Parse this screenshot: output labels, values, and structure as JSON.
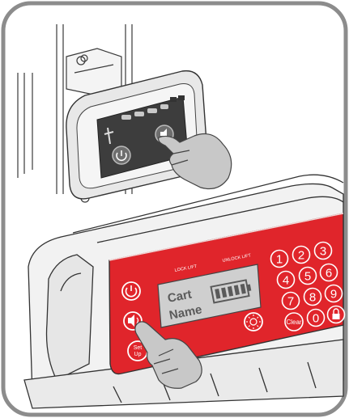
{
  "panel": {
    "lock_label": "LOCK LIFT",
    "unlock_label": "UNLOCK LIFT",
    "display_line1": "Cart",
    "display_line2": "Name",
    "keypad": [
      "1",
      "2",
      "3",
      "4",
      "5",
      "6",
      "7",
      "8",
      "9",
      "0"
    ],
    "clear_label": "Clear",
    "setup_label_line1": "Set",
    "setup_label_line2": "Up"
  },
  "colors": {
    "panel_red": "#e0252b",
    "frame_gray": "#8c8c8c",
    "button_gray": "#7d7d7d"
  }
}
